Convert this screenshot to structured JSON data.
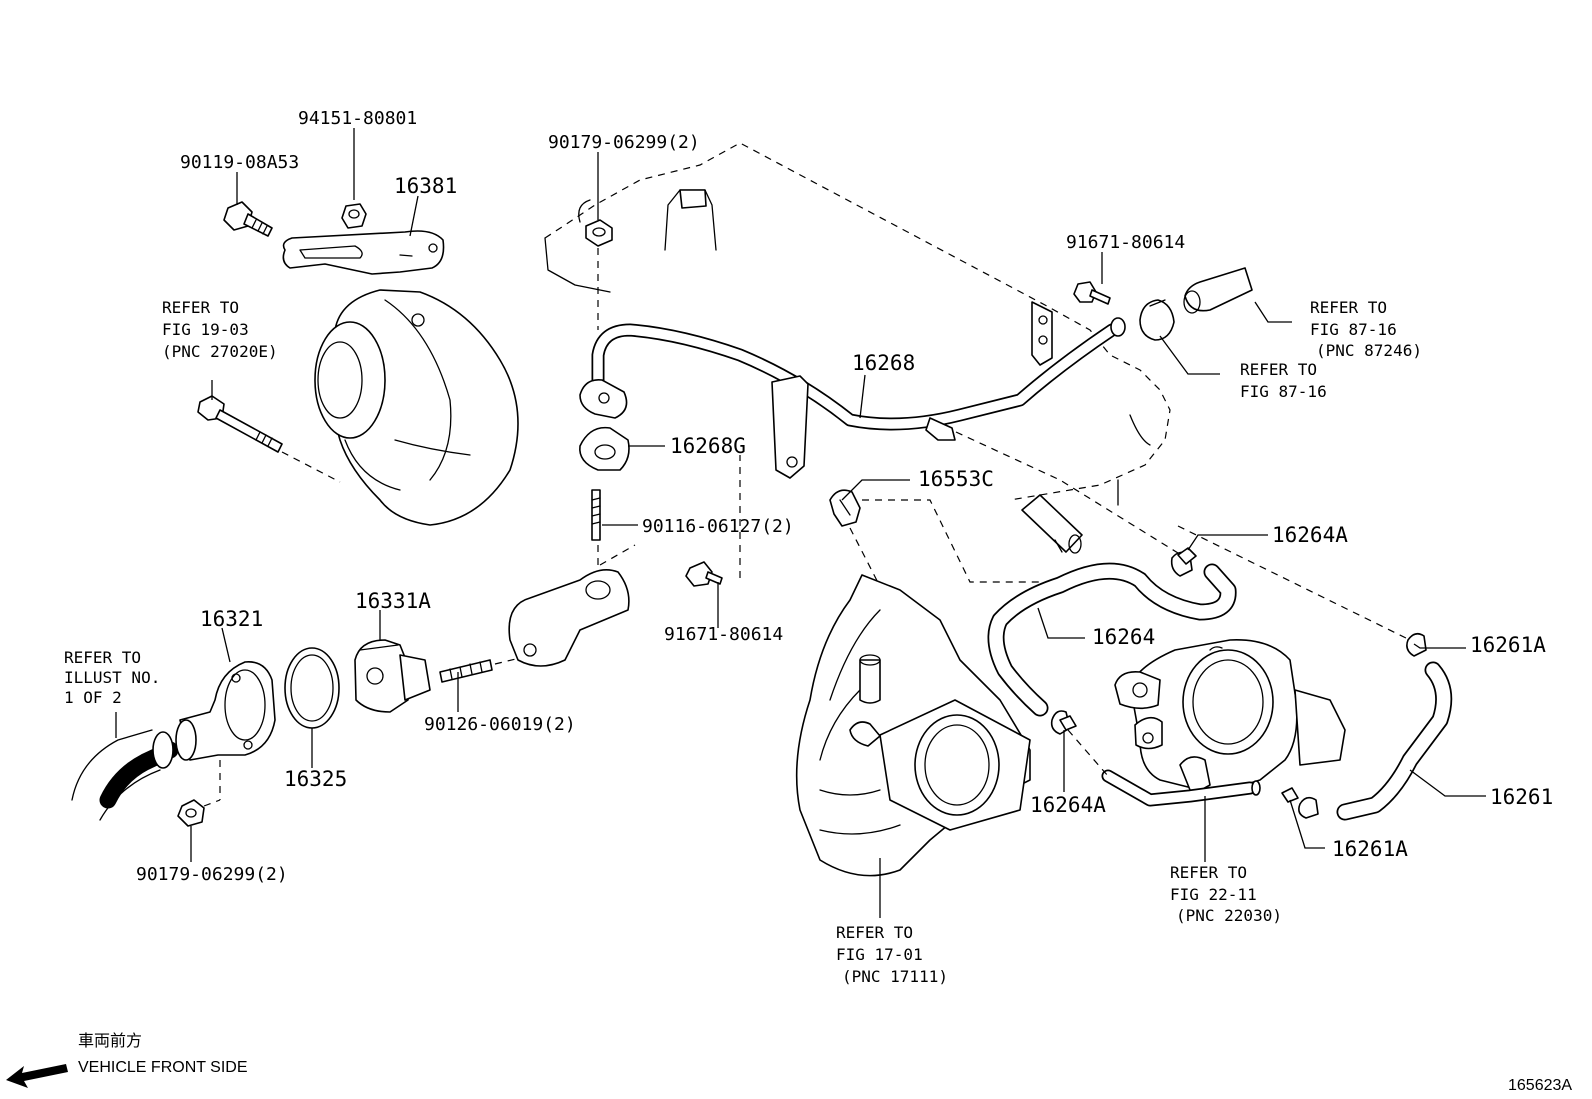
{
  "figure_id": "165623A",
  "orientation": {
    "japanese_label": "車両前方",
    "english_label": "VEHICLE FRONT SIDE"
  },
  "parts": {
    "p_94151_80801": "94151-80801",
    "p_90119_08A53": "90119-08A53",
    "p_16381": "16381",
    "p_90179_06299_top": "90179-06299(2)",
    "p_91671_80614_top": "91671-80614",
    "p_16268": "16268",
    "p_16268G": "16268G",
    "p_16553C": "16553C",
    "p_90116_06127": "90116-06127(2)",
    "p_16264A_top": "16264A",
    "p_91671_80614_mid": "91671-80614",
    "p_16331A": "16331A",
    "p_16321": "16321",
    "p_16264": "16264",
    "p_16261A_top": "16261A",
    "p_90126_06019": "90126-06019(2)",
    "p_16325": "16325",
    "p_16264A_bottom": "16264A",
    "p_16261": "16261",
    "p_16261A_bottom": "16261A",
    "p_90179_06299_bottom": "90179-06299(2)"
  },
  "references": {
    "ref_fig_19_03": [
      "REFER TO",
      "FIG 19-03",
      "(PNC 27020E)"
    ],
    "ref_fig_87_16_a": [
      "REFER TO",
      "FIG 87-16",
      "(PNC 87246)"
    ],
    "ref_fig_87_16_b": [
      "REFER TO",
      "FIG 87-16"
    ],
    "ref_illust": [
      "REFER TO",
      "ILLUST NO.",
      "1 OF 2"
    ],
    "ref_fig_22_11": [
      "REFER TO",
      "FIG 22-11",
      "(PNC 22030)"
    ],
    "ref_fig_17_01": [
      "REFER TO",
      "FIG 17-01",
      "(PNC 17111)"
    ]
  }
}
